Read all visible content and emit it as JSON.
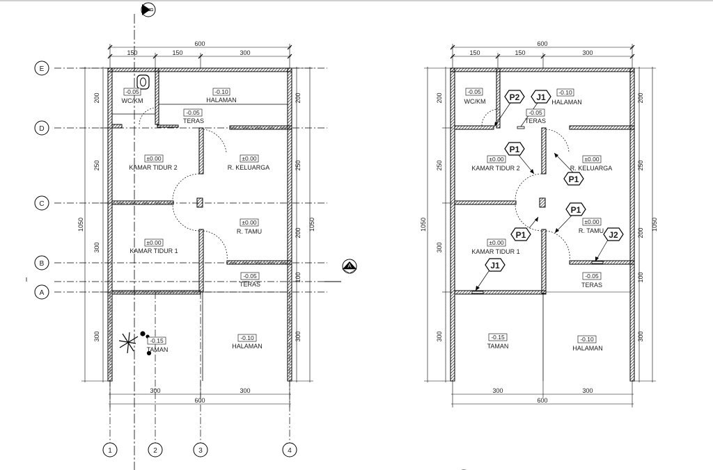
{
  "axes_rows": [
    "E",
    "D",
    "C",
    "B",
    "A"
  ],
  "axes_cols": [
    "1",
    "2",
    "3",
    "4"
  ],
  "section_marks": [
    "A",
    "B"
  ],
  "plans": [
    {
      "dims_top": {
        "total": "600",
        "parts": [
          "150",
          "150",
          "300"
        ]
      },
      "dims_bottom": {
        "total": "600",
        "parts": [
          "300",
          "300"
        ]
      },
      "dims_left": [
        "200",
        "250",
        "300",
        "300"
      ],
      "dims_right": [
        "200",
        "250",
        "200",
        "100",
        "300"
      ],
      "total_height": "1050",
      "rooms": [
        {
          "name": "WC/KM",
          "level": "-0.05"
        },
        {
          "name": "HALAMAN",
          "level": "-0.10"
        },
        {
          "name": "TERAS",
          "level": "-0.05"
        },
        {
          "name": "KAMAR TIDUR 2",
          "level": "±0.00"
        },
        {
          "name": "R. KELUARGA",
          "level": "±0.00"
        },
        {
          "name": "R. TAMU",
          "level": "±0.00"
        },
        {
          "name": "KAMAR TIDUR 1",
          "level": "±0.00"
        },
        {
          "name": "TERAS",
          "level": "-0.05"
        },
        {
          "name": "TAMAN",
          "level": "-0.15"
        },
        {
          "name": "HALAMAN",
          "level": "-0.10"
        }
      ]
    },
    {
      "dims_top": {
        "total": "600",
        "parts": [
          "150",
          "150",
          "300"
        ]
      },
      "dims_bottom": {
        "total": "600",
        "parts": [
          "300",
          "300"
        ]
      },
      "dims_left": [
        "200",
        "250",
        "300",
        "300"
      ],
      "dims_right": [
        "200",
        "250",
        "200",
        "100",
        "300"
      ],
      "total_height": "1050",
      "rooms": [
        {
          "name": "WC/KM",
          "level": "-0.05"
        },
        {
          "name": "HALAMAN",
          "level": "-0.10"
        },
        {
          "name": "TERAS",
          "level": "-0.05"
        },
        {
          "name": "KAMAR TIDUR 2",
          "level": "±0.00"
        },
        {
          "name": "R. KELUARGA",
          "level": "±0.00"
        },
        {
          "name": "R. TAMU",
          "level": "±0.00"
        },
        {
          "name": "KAMAR TIDUR 1",
          "level": "±0.00"
        },
        {
          "name": "TERAS",
          "level": "-0.05"
        },
        {
          "name": "TAMAN",
          "level": "-0.15"
        },
        {
          "name": "HALAMAN",
          "level": "-0.10"
        }
      ],
      "tags": [
        "P2",
        "J1",
        "P1",
        "P1",
        "P1",
        "P1",
        "J2",
        "J1"
      ]
    }
  ]
}
